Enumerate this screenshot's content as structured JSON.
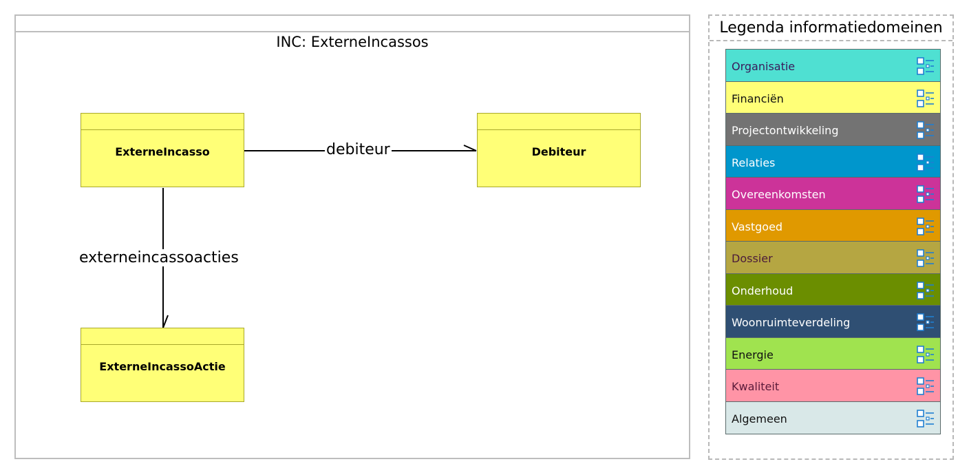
{
  "diagram": {
    "title": "INC: ExterneIncassos",
    "classes": {
      "externe_incasso": "ExterneIncasso",
      "debiteur": "Debiteur",
      "externe_incasso_actie": "ExterneIncassoActie"
    },
    "associations": {
      "debiteur": "debiteur",
      "externeincassoacties": "externeincassoacties"
    },
    "class_fill_color": "#ffff77"
  },
  "legend": {
    "title": "Legenda informatiedomeinen",
    "icon": "class-list-icon",
    "items": [
      {
        "label": "Organisatie",
        "color": "#4fe0d2",
        "text_color": "#3a1a5a"
      },
      {
        "label": "Financiën",
        "color": "#ffff77",
        "text_color": "#111111"
      },
      {
        "label": "Projectontwikkeling",
        "color": "#737373",
        "text_color": "#ffffff"
      },
      {
        "label": "Relaties",
        "color": "#0096cc",
        "text_color": "#ffffff"
      },
      {
        "label": "Overeenkomsten",
        "color": "#cc3399",
        "text_color": "#ffffff"
      },
      {
        "label": "Vastgoed",
        "color": "#e09900",
        "text_color": "#ffffff"
      },
      {
        "label": "Dossier",
        "color": "#b5a642",
        "text_color": "#4a1a3a"
      },
      {
        "label": "Onderhoud",
        "color": "#6b8e00",
        "text_color": "#ffffff"
      },
      {
        "label": "Woonruimteverdeling",
        "color": "#2f4f73",
        "text_color": "#ffffff"
      },
      {
        "label": "Energie",
        "color": "#a0e34f",
        "text_color": "#111111"
      },
      {
        "label": "Kwaliteit",
        "color": "#ff94a6",
        "text_color": "#5a1a3a"
      },
      {
        "label": "Algemeen",
        "color": "#d9e8e8",
        "text_color": "#111111"
      }
    ]
  }
}
